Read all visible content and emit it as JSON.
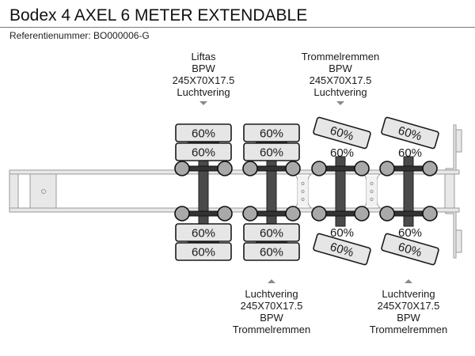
{
  "header": {
    "title": "Bodex 4 AXEL 6 METER EXTENDABLE",
    "reference": "Referentienummer: BO000006-G"
  },
  "axles": [
    {
      "index": 1,
      "label_position": "top",
      "lines": [
        "Liftas",
        "BPW",
        "245X70X17.5",
        "Luchtvering"
      ],
      "steering": false,
      "tires": {
        "upper_outer": "60%",
        "upper_inner": "60%",
        "lower_inner": "60%",
        "lower_outer": "60%"
      }
    },
    {
      "index": 2,
      "label_position": "bottom",
      "lines": [
        "Luchtvering",
        "245X70X17.5",
        "BPW",
        "Trommelremmen"
      ],
      "steering": false,
      "tires": {
        "upper_outer": "60%",
        "upper_inner": "60%",
        "lower_inner": "60%",
        "lower_outer": "60%"
      }
    },
    {
      "index": 3,
      "label_position": "top",
      "lines": [
        "Trommelremmen",
        "BPW",
        "245X70X17.5",
        "Luchtvering"
      ],
      "steering": true,
      "tires": {
        "upper_outer": "60%",
        "upper_inner": "60%",
        "lower_inner": "60%",
        "lower_outer": "60%"
      }
    },
    {
      "index": 4,
      "label_position": "bottom",
      "lines": [
        "Luchtvering",
        "245X70X17.5",
        "BPW",
        "Trommelremmen"
      ],
      "steering": true,
      "tires": {
        "upper_outer": "60%",
        "upper_inner": "60%",
        "lower_inner": "60%",
        "lower_outer": "60%"
      }
    }
  ],
  "icons": {
    "label_pointer_down": "triangle-down",
    "label_pointer_up": "triangle-up"
  },
  "colors": {
    "tire_fill": "#e6e6e6",
    "tire_stroke": "#1a1a1a",
    "hub_fill": "#a9a9a9",
    "axle_bar": "#4a4a4a",
    "chassis_stroke": "#9a9a9a",
    "chassis_fill": "#e8e8e8",
    "pointer": "#8a8a8a"
  }
}
